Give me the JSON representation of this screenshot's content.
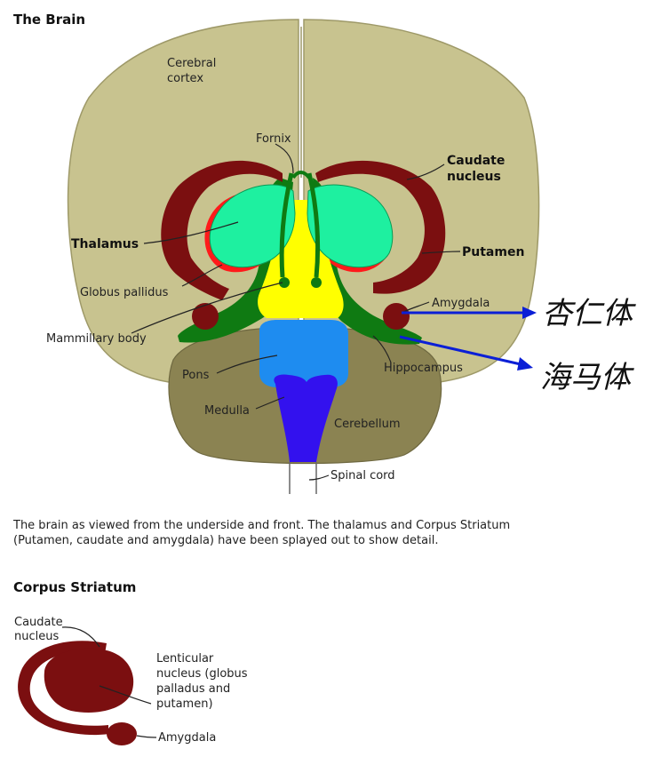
{
  "title": "The Brain",
  "labels": {
    "cerebral_cortex": [
      "Cerebral",
      "cortex"
    ],
    "fornix": "Fornix",
    "caudate_nucleus": [
      "Caudate",
      "nucleus"
    ],
    "thalamus": "Thalamus",
    "putamen": "Putamen",
    "globus_pallidus": "Globus pallidus",
    "amygdala": "Amygdala",
    "mammillary_body": "Mammillary body",
    "hippocampus": "Hippocampus",
    "pons": "Pons",
    "medulla": "Medulla",
    "cerebellum": "Cerebellum",
    "spinal_cord": "Spinal cord"
  },
  "annotations": {
    "amygdala_cn": "杏仁体",
    "hippocampus_cn": "海马体"
  },
  "caption": "The brain as viewed from the underside and front.  The thalamus and Corpus Striatum (Putamen, caudate and amygdala) have been splayed out to show detail.",
  "subtitle": "Corpus Striatum",
  "striatum_labels": {
    "caudate_nucleus": [
      "Caudate",
      "nucleus"
    ],
    "lenticular": [
      "Lenticular",
      "nucleus (globus",
      "palladus and",
      "putamen)"
    ],
    "amygdala": "Amygdala"
  },
  "colors": {
    "cortex": "#c8c38f",
    "cerebellum": "#8b8352",
    "caudate": "#7b0f10",
    "putamen": "#ff1a1a",
    "thalamus": "#1ef0a0",
    "fornix": "#0f7a12",
    "brainstem_yellow": "#ffff00",
    "pons": "#1e8cf0",
    "medulla": "#3311ee",
    "arrow": "#0b1fd6"
  }
}
